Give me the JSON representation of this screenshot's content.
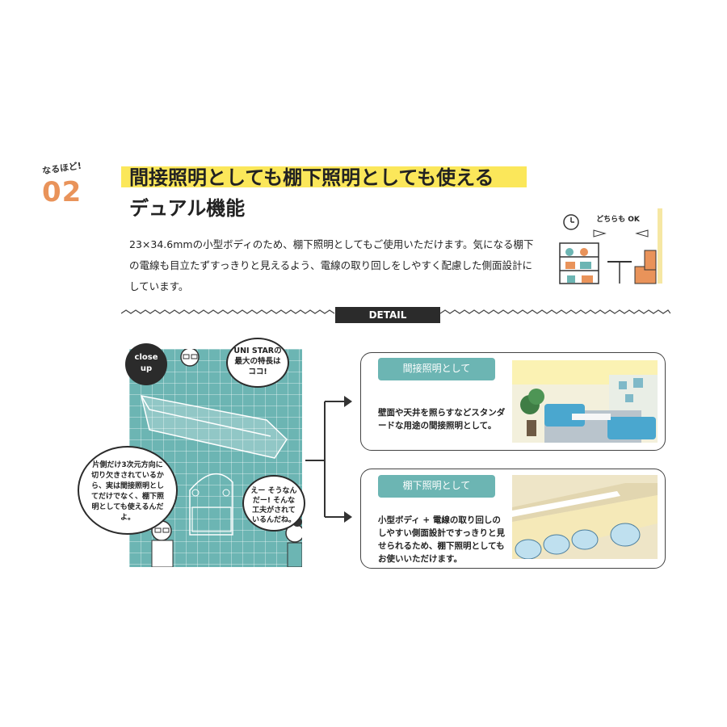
{
  "header": {
    "badge_label": "なるほど!",
    "badge_number": "02",
    "title_line1": "間接照明としても棚下照明としても使える",
    "title_line2": "デュアル機能"
  },
  "description": "23×34.6mmの小型ボディのため、棚下照明としてもご使用いただけます。気になる棚下の電線も目立たずすっきりと見えるよう、電線の取り回しをしやすく配慮した側面設計にしています。",
  "illustration": {
    "bubble": "どちらも OK"
  },
  "divider": {
    "label": "DETAIL"
  },
  "closeup": {
    "badge_line1": "close",
    "badge_line2": "up",
    "bubble_top": "UNI STARの最大の特長はココ!",
    "bubble_left": "片側だけ3次元方向に切り欠きされているから、実は間接照明としてだけでなく、棚下照明としても使えるんだよ。",
    "bubble_right": "えー そうなんだー! そんな工夫がされているんだね。"
  },
  "cards": [
    {
      "tag": "間接照明として",
      "text": "壁面や天井を照らすなどスタンダードな用途の間接照明として。"
    },
    {
      "tag": "棚下照明として",
      "text": "小型ボディ + 電線の取り回しのしやすい側面設計ですっきりと見せられるため、棚下照明としてもお使いいただけます。"
    }
  ],
  "colors": {
    "accent_orange": "#e9935a",
    "highlight_yellow": "#fbe75a",
    "teal": "#6cb5b3",
    "dark": "#2b2b2b"
  }
}
